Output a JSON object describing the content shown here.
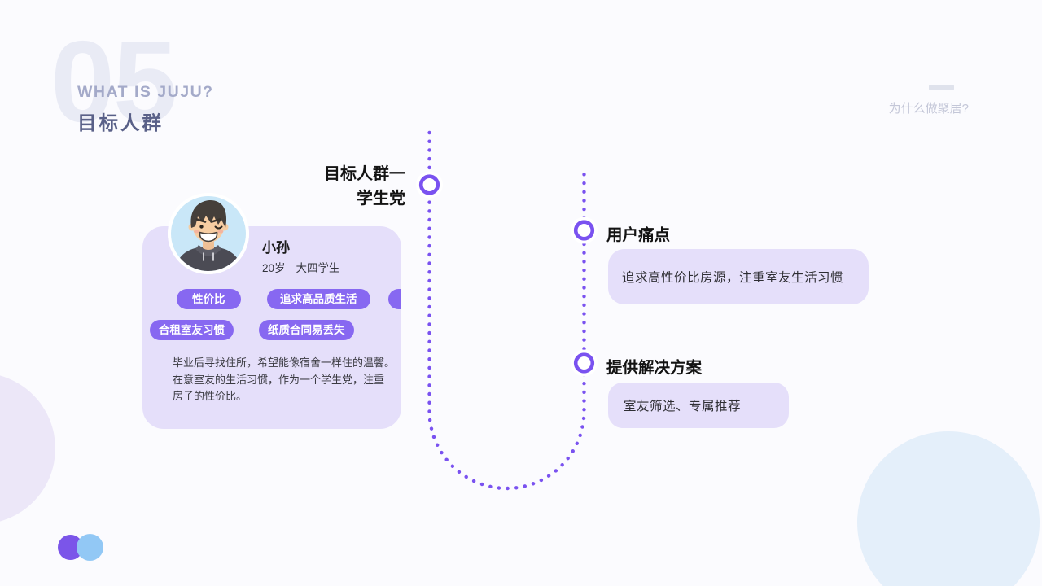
{
  "header": {
    "section_number": "05",
    "kicker": "WHAT IS JUJU?",
    "title": "目标人群"
  },
  "side_note": {
    "text": "为什么做聚居?"
  },
  "persona": {
    "label_line1": "目标人群一",
    "label_line2": "学生党",
    "name": "小孙",
    "age": "20岁",
    "occupation": "大四学生",
    "tags": [
      "性价比",
      "追求高品质生活",
      "合租室友习惯",
      "纸质合同易丢失"
    ],
    "description_lines": [
      "毕业后寻找住所，希望能像宿舍一样住的温馨。",
      "在意室友的生活习惯，作为一个学生党，注重",
      "房子的性价比。"
    ]
  },
  "pain_point": {
    "title": "用户痛点",
    "detail": "追求高性价比房源，注重室友生活习惯"
  },
  "solution": {
    "title": "提供解决方案",
    "detail": "室友筛选、专属推荐"
  },
  "palette": {
    "accent_purple": "#7a52f0",
    "tag_purple": "#8768f1",
    "card_lavender": "#e5dffa",
    "avatar_blue": "#c9e7f8",
    "decor_light_blue": "#e4effa",
    "decor_lavender": "#ece7f8",
    "decor_dot_purple": "#7b55e9",
    "decor_dot_blue": "#92c8f5"
  }
}
